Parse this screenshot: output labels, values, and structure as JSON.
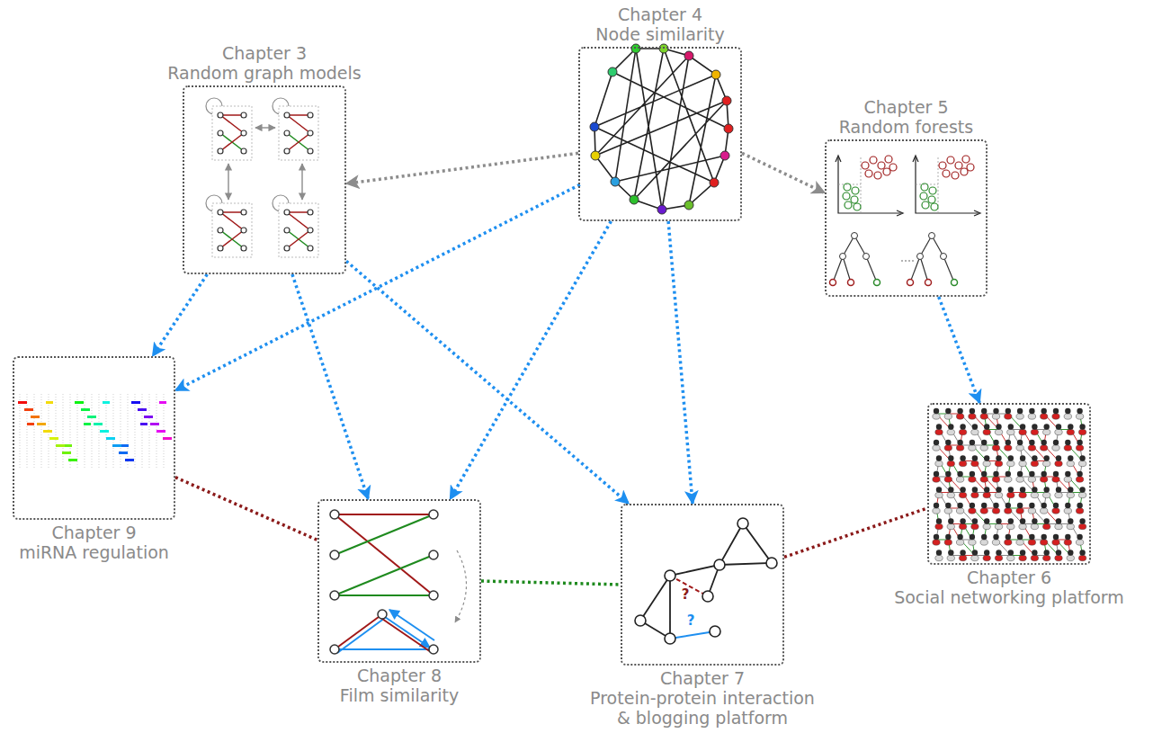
{
  "diagram": {
    "nodes": [
      {
        "text": [
          "Chapter 4",
          "Node similarity"
        ]
      },
      {
        "text": [
          "Chapter 3",
          "Random graph models"
        ]
      },
      {
        "text": [
          "Chapter 5",
          "Random forests"
        ]
      },
      {
        "text": [
          "Chapter 9",
          "miRNA regulation"
        ]
      },
      {
        "text": [
          "Chapter 6",
          "Social networking platform"
        ]
      },
      {
        "text": [
          "Chapter 8",
          "Film similarity"
        ]
      },
      {
        "text": [
          "Chapter 7",
          "Protein-protein interaction & blogging platform"
        ]
      }
    ],
    "edges": [
      {
        "from": 0,
        "to": 1,
        "arrow": "to"
      },
      {
        "from": 0,
        "to": 2,
        "arrow": "to"
      },
      {
        "from": 0,
        "to": 3,
        "arrow": "to"
      },
      {
        "from": 0,
        "to": 5,
        "arrow": "to"
      },
      {
        "from": 0,
        "to": 6,
        "arrow": "to"
      },
      {
        "from": 1,
        "to": 3,
        "arrow": "to"
      },
      {
        "from": 1,
        "to": 5,
        "arrow": "to"
      },
      {
        "from": 1,
        "to": 6,
        "arrow": "to"
      },
      {
        "from": 2,
        "to": 4,
        "arrow": "to"
      },
      {
        "from": 3,
        "to": 5,
        "arrow": "none"
      },
      {
        "from": 5,
        "to": 6,
        "arrow": "none"
      },
      {
        "from": 6,
        "to": 4,
        "arrow": "none"
      }
    ],
    "labels": [
      "?",
      "?"
    ]
  }
}
